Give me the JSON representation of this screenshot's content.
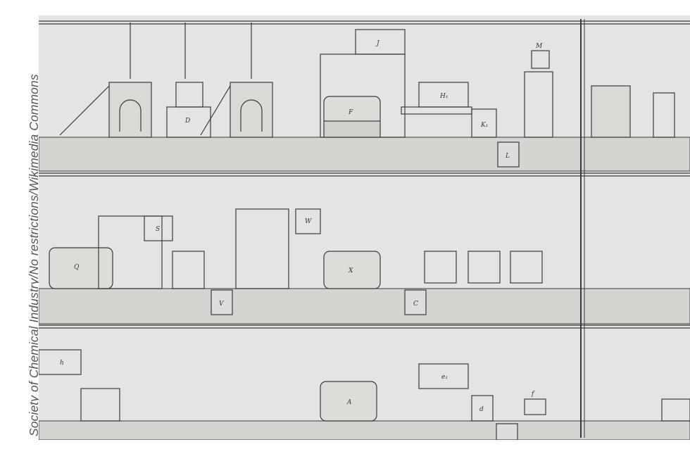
{
  "credit": "Society of Chemical Industry/No restrictions/Wikimedia Commons",
  "drawing": {
    "title_icon": "factory-plan-engraving",
    "labels": [
      "J",
      "F",
      "H₁",
      "K₁",
      "L",
      "M",
      "D",
      "S",
      "W",
      "X",
      "Q",
      "V",
      "C",
      "h",
      "A",
      "e₁",
      "d",
      "f"
    ]
  },
  "colors": {
    "paper": "#e4e4e2",
    "ink": "#3a3a3a",
    "floor": "#d2d2cf"
  }
}
